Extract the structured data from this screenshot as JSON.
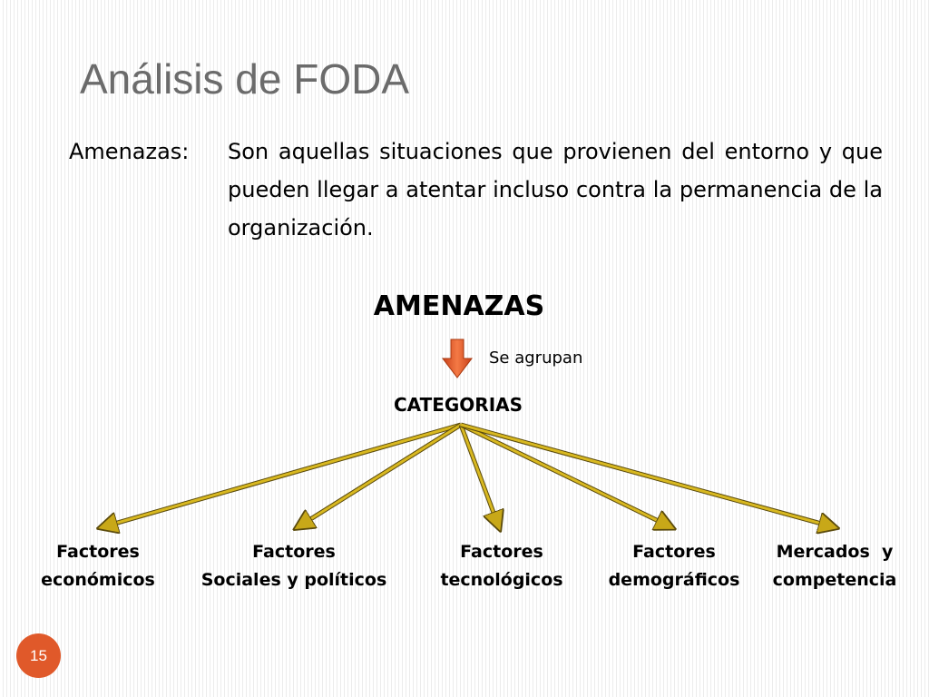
{
  "slide": {
    "title": "Análisis de FODA",
    "term": "Amenazas:",
    "definition": "Son aquellas situaciones que provienen del entorno y que pueden llegar a atentar incluso contra la permanencia de la organización.",
    "page_number": "15"
  },
  "diagram": {
    "root": "AMENAZAS",
    "relation": "Se agrupan",
    "middle": "CATEGORIAS",
    "categories": [
      {
        "line1": "Factores",
        "line2": "económicos"
      },
      {
        "line1": "Factores",
        "line2": "Sociales y políticos"
      },
      {
        "line1": "Factores",
        "line2": "tecnológicos"
      },
      {
        "line1": "Factores",
        "line2": "demográficos"
      },
      {
        "line1": "Mercados  y",
        "line2": "competencia"
      }
    ]
  },
  "colors": {
    "title": "#6b6b6b",
    "connector": "#c8a818",
    "connector_outline": "#5a4a0c",
    "arrow": "#e8592a",
    "badge": "#e0592a"
  }
}
